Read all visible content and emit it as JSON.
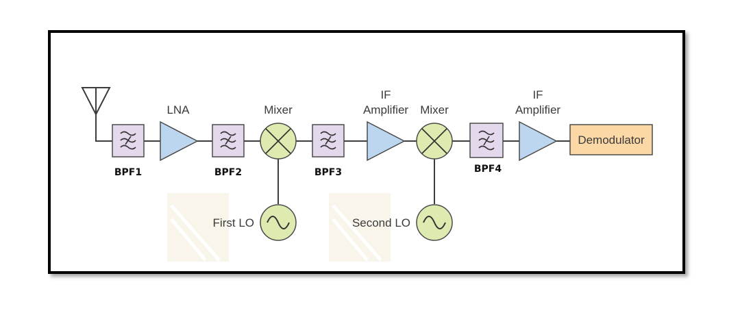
{
  "colors": {
    "filter_fill": "#e4d8ec",
    "amp_fill": "#bdd6ef",
    "mixer_fill": "#deebb0",
    "osc_fill": "#deebb0",
    "demod_fill": "#fbd8a6",
    "stroke": "#4a4a4a",
    "wire": "#3c3c3c"
  },
  "blocks": {
    "antenna": {
      "icon": "antenna-icon"
    },
    "bpf1": {
      "label": "BPF1"
    },
    "lna": {
      "label": "LNA"
    },
    "bpf2": {
      "label": "BPF2"
    },
    "mixer1": {
      "label": "Mixer"
    },
    "first_lo": {
      "label": "First LO"
    },
    "bpf3": {
      "label": "BPF3"
    },
    "if_amp1": {
      "label_line1": "IF",
      "label_line2": "Amplifier"
    },
    "mixer2": {
      "label": "Mixer"
    },
    "second_lo": {
      "label": "Second LO"
    },
    "bpf4": {
      "label": "BPF4"
    },
    "if_amp2": {
      "label_line1": "IF",
      "label_line2": "Amplifier"
    },
    "demodulator": {
      "label": "Demodulator"
    }
  }
}
